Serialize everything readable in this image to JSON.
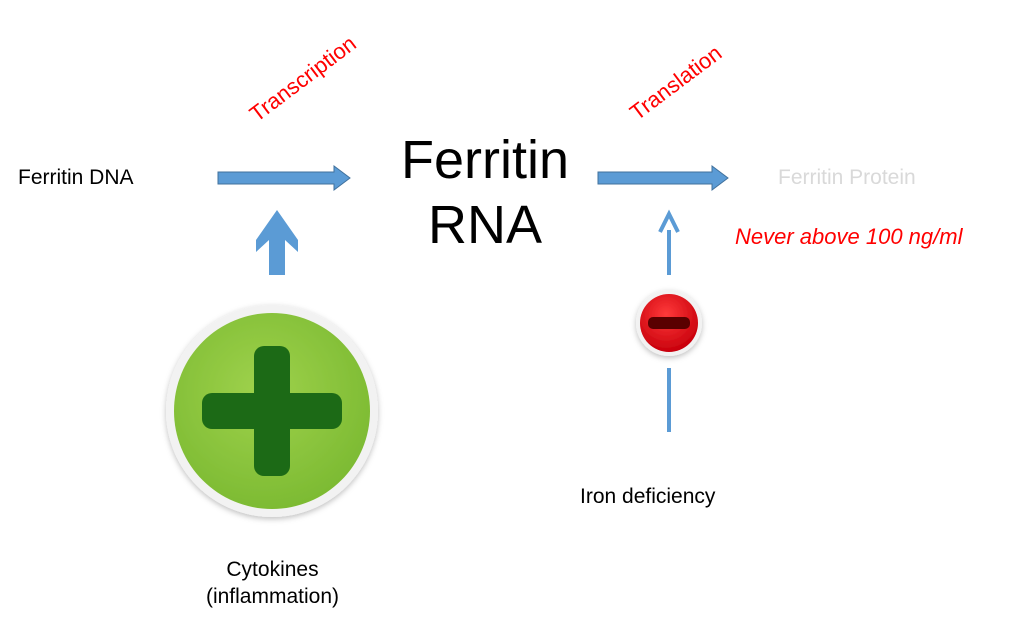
{
  "nodes": {
    "dna": "Ferritin DNA",
    "rna_line1": "Ferritin",
    "rna_line2": "RNA",
    "protein": "Ferritin Protein"
  },
  "processes": {
    "transcription": "Transcription",
    "translation": "Translation"
  },
  "annotations": {
    "protein_limit": "Never above 100 ng/ml"
  },
  "regulators": {
    "cytokines_line1": "Cytokines",
    "cytokines_line2": "(inflammation)",
    "iron": "Iron deficiency"
  },
  "colors": {
    "arrow": "#5b9bd5",
    "process_label": "#ff0000",
    "protein_label": "#d9d9d9",
    "plus_circle": "#8cc63f",
    "plus_sign": "#1e6b14",
    "minus_circle": "#e0101a",
    "minus_sign": "#6a0000"
  },
  "icons": {
    "activator": "plus-icon",
    "inhibitor": "minus-icon"
  }
}
